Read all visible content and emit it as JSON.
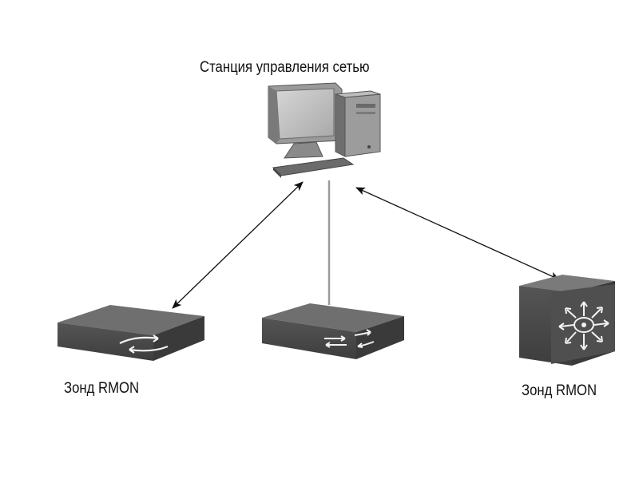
{
  "labels": {
    "station": "Станция управления сетью",
    "probe_left": "Зонд RMON",
    "probe_right": "Зонд RMON"
  },
  "nodes": [
    {
      "name": "network-management-station",
      "icon": "desktop-computer-icon"
    },
    {
      "name": "rmon-probe-router",
      "icon": "router-icon"
    },
    {
      "name": "switch",
      "icon": "switch-icon"
    },
    {
      "name": "rmon-probe-layer3-switch",
      "icon": "layer3-switch-icon"
    }
  ],
  "links": [
    {
      "from": "network-management-station",
      "to": "rmon-probe-router",
      "style": "bidirectional-arrow"
    },
    {
      "from": "network-management-station",
      "to": "switch",
      "style": "plain-line"
    },
    {
      "from": "network-management-station",
      "to": "rmon-probe-layer3-switch",
      "style": "bidirectional-arrow"
    }
  ],
  "colors": {
    "device_top": "#6f6f6f",
    "device_front": "#4a4a4a",
    "device_side": "#3a3a3a",
    "line": "#111111",
    "plain_line": "#9a9a9a"
  }
}
